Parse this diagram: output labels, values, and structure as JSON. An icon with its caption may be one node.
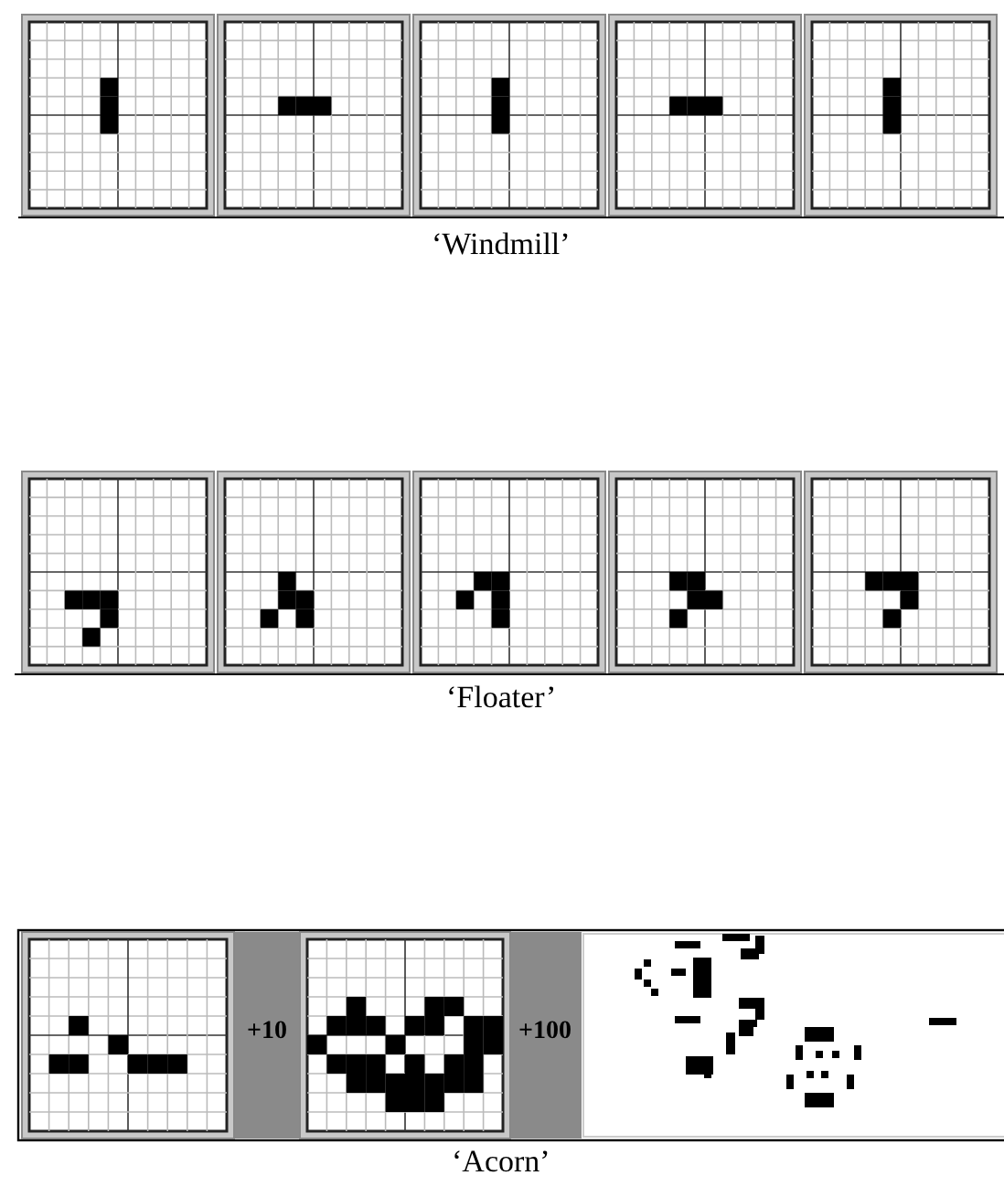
{
  "diagram": {
    "labels": [
      "‘Windmill’",
      "‘Floater’",
      "+10",
      "+100",
      "‘Acorn’"
    ]
  }
}
